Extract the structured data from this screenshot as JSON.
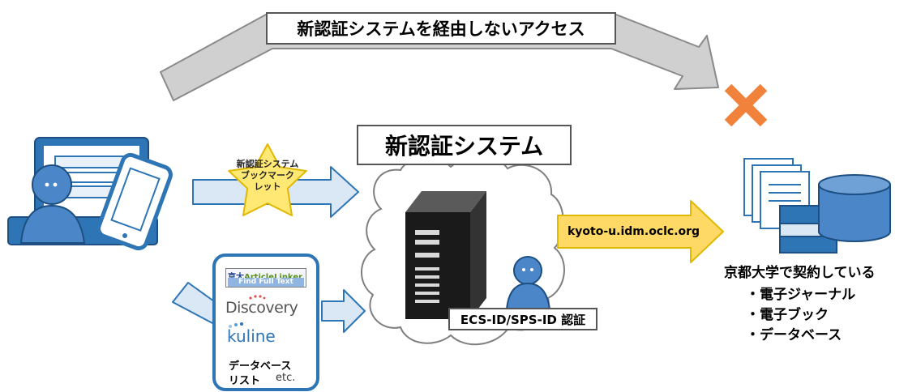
{
  "top_path": {
    "label": "新認証システムを経由しないアクセス"
  },
  "system": {
    "title": "新認証システム",
    "auth_label": "ECS-ID/SPS-ID 認証"
  },
  "bookmarklet": {
    "lines": [
      "新認証システム",
      "ブックマーク",
      "レット"
    ]
  },
  "resource_url": {
    "text": "kyoto-u.idm.oclc.org"
  },
  "contract": {
    "title": "京都大学で契約している",
    "items": [
      "・電子ジャーナル",
      "・電子ブック",
      "・データベース"
    ]
  },
  "tools": {
    "linker_prefix": "京大",
    "linker_brand": "ArticleLinker",
    "linker_sub": "Find Full Text",
    "discovery": "Discovery",
    "kuline": "kuline",
    "db_list_line1": "データベース",
    "db_list_line2": "リスト",
    "db_list_etc": "etc."
  },
  "colors": {
    "arrow_light_blue": "#DAE8F5",
    "arrow_blue_border": "#2E75B6",
    "arrow_gray": "#D0D0D0",
    "arrow_yellow": "#FFD966",
    "star_yellow": "#FFE873",
    "cross_orange": "#F0823C",
    "person_blue": "#4A86C8",
    "server_black": "#1a1a1a"
  },
  "icons": [
    "user-with-devices-icon",
    "star-badge-icon",
    "cloud-icon",
    "server-icon",
    "operator-person-icon",
    "cross-mark-icon",
    "documents-icon",
    "database-icon"
  ]
}
